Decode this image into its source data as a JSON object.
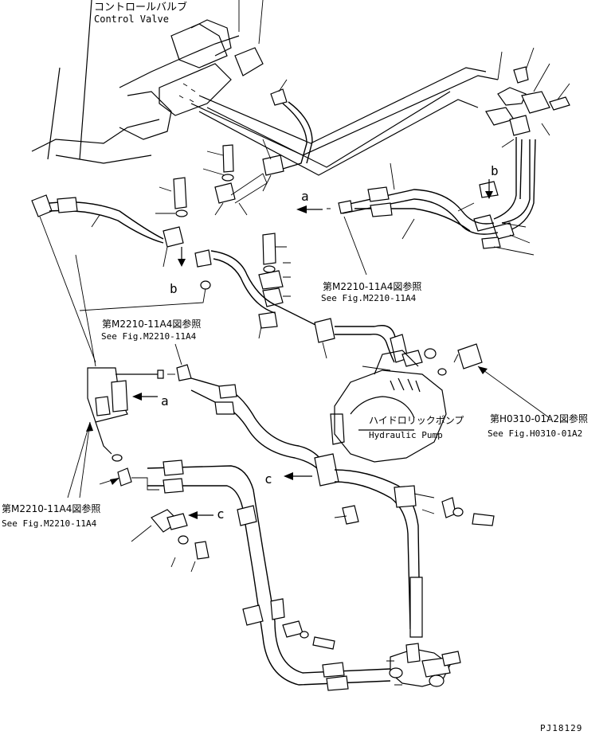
{
  "labels": {
    "control_valve_jp": "コントロールバルブ",
    "control_valve_en": "Control Valve",
    "hydraulic_pump_jp": "ハイドロリックポンプ",
    "hydraulic_pump_en": "Hydraulic Pump",
    "ref1_jp": "第M2210-11A4図参照",
    "ref1_en": "See Fig.M2210-11A4",
    "ref2_jp": "第M2210-11A4図参照",
    "ref2_en": "See Fig.M2210-11A4",
    "ref3_jp": "第M2210-11A4図参照",
    "ref3_en": "See Fig.M2210-11A4",
    "ref4_jp": "第H0310-01A2図参照",
    "ref4_en": "See Fig.H0310-01A2",
    "mark_a1": "a",
    "mark_a2": "a",
    "mark_b1": "b",
    "mark_b2": "b",
    "mark_c1": "c",
    "mark_c2": "c",
    "drawing_number": "PJ18129"
  }
}
